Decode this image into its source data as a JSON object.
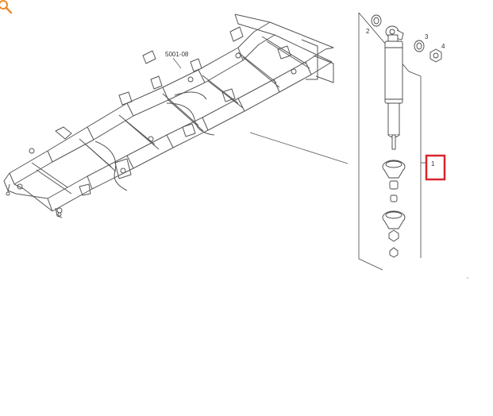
{
  "diagram": {
    "ref_label": "5001-08",
    "callouts": [
      {
        "id": "1",
        "label": "1"
      },
      {
        "id": "2",
        "label": "2"
      },
      {
        "id": "3",
        "label": "3"
      },
      {
        "id": "4",
        "label": "4"
      }
    ],
    "colors": {
      "line": "#444444",
      "highlight": "#d9262c",
      "zoom": "#f08a24"
    },
    "icons": {
      "zoom": "magnifier-icon"
    }
  }
}
